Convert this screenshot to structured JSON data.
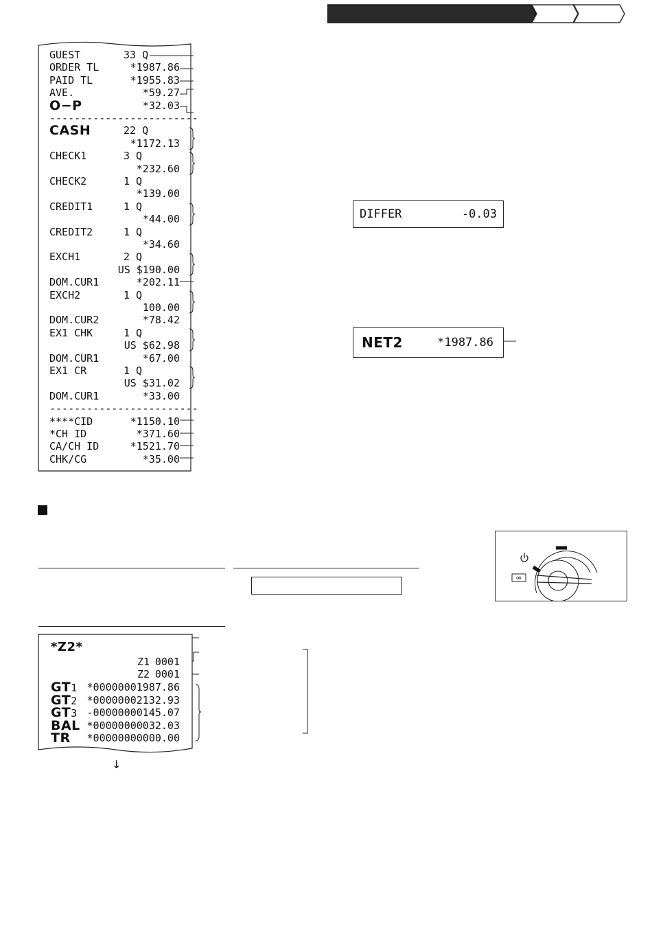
{
  "receipt_top": {
    "lines": [
      {
        "label": "GUEST",
        "mid": "33 Q",
        "value": "",
        "big": false
      },
      {
        "label": "ORDER TL",
        "mid": "",
        "value": "*1987.86",
        "big": false
      },
      {
        "label": "PAID TL",
        "mid": "",
        "value": "*1955.83",
        "big": false
      },
      {
        "label": "AVE.",
        "mid": "",
        "value": "*59.27",
        "big": false
      },
      {
        "label": "O−P",
        "mid": "",
        "value": "*32.03",
        "big": true
      },
      {
        "label": "------------------------",
        "mid": "",
        "value": "",
        "big": false
      },
      {
        "label": "CASH",
        "mid": "22 Q",
        "value": "",
        "big": true
      },
      {
        "label": "",
        "mid": "",
        "value": "*1172.13",
        "big": false
      },
      {
        "label": "CHECK1",
        "mid": "3 Q",
        "value": "",
        "big": false
      },
      {
        "label": "",
        "mid": "",
        "value": "*232.60",
        "big": false
      },
      {
        "label": "CHECK2",
        "mid": "1 Q",
        "value": "",
        "big": false
      },
      {
        "label": "",
        "mid": "",
        "value": "*139.00",
        "big": false
      },
      {
        "label": "CREDIT1",
        "mid": "1 Q",
        "value": "",
        "big": false
      },
      {
        "label": "",
        "mid": "",
        "value": "*44.00",
        "big": false
      },
      {
        "label": "CREDIT2",
        "mid": "1 Q",
        "value": "",
        "big": false
      },
      {
        "label": "",
        "mid": "",
        "value": "*34.60",
        "big": false
      },
      {
        "label": "EXCH1",
        "mid": "2 Q",
        "value": "",
        "big": false
      },
      {
        "label": "",
        "mid": "",
        "value": "US $190.00",
        "big": false
      },
      {
        "label": "DOM.CUR1",
        "mid": "",
        "value": "*202.11",
        "big": false
      },
      {
        "label": "EXCH2",
        "mid": "1 Q",
        "value": "",
        "big": false
      },
      {
        "label": "",
        "mid": "",
        "value": "100.00",
        "big": false
      },
      {
        "label": "DOM.CUR2",
        "mid": "",
        "value": "*78.42",
        "big": false
      },
      {
        "label": "EX1 CHK",
        "mid": "1 Q",
        "value": "",
        "big": false
      },
      {
        "label": "",
        "mid": "",
        "value": "US $62.98",
        "big": false
      },
      {
        "label": "DOM.CUR1",
        "mid": "",
        "value": "*67.00",
        "big": false
      },
      {
        "label": "EX1 CR",
        "mid": "1 Q",
        "value": "",
        "big": false
      },
      {
        "label": "",
        "mid": "",
        "value": "US $31.02",
        "big": false
      },
      {
        "label": "DOM.CUR1",
        "mid": "",
        "value": "*33.00",
        "big": false
      },
      {
        "label": "------------------------",
        "mid": "",
        "value": "",
        "big": false
      },
      {
        "label": "****CID",
        "mid": "",
        "value": "*1150.10",
        "big": false
      },
      {
        "label": "*CH ID",
        "mid": "",
        "value": "*371.60",
        "big": false
      },
      {
        "label": "CA/CH ID",
        "mid": "",
        "value": "*1521.70",
        "big": false
      },
      {
        "label": "CHK/CG",
        "mid": "",
        "value": "*35.00",
        "big": false
      }
    ]
  },
  "display_differ": {
    "label": "DIFFER",
    "value": "-0.03"
  },
  "display_net2": {
    "label": "NET2",
    "value": "*1987.86"
  },
  "receipt_z2": {
    "title": "*Z2*",
    "counters": [
      {
        "label": "Z1",
        "value": "0001"
      },
      {
        "label": "Z2",
        "value": "0001"
      }
    ],
    "totals": [
      {
        "label": "GT",
        "sub": "1",
        "value": "*00000001987.86"
      },
      {
        "label": "GT",
        "sub": "2",
        "value": "*00000002132.93"
      },
      {
        "label": "GT",
        "sub": "3",
        "value": "-00000000145.07"
      },
      {
        "label": "BAL",
        "sub": "",
        "value": "*00000000032.03"
      },
      {
        "label": "TR",
        "sub": "",
        "value": "*00000000000.00"
      }
    ]
  },
  "feed_arrow": "↓",
  "mode_switch": {
    "power_icon": "power-icon",
    "infinity_icon": "infinity-icon"
  }
}
